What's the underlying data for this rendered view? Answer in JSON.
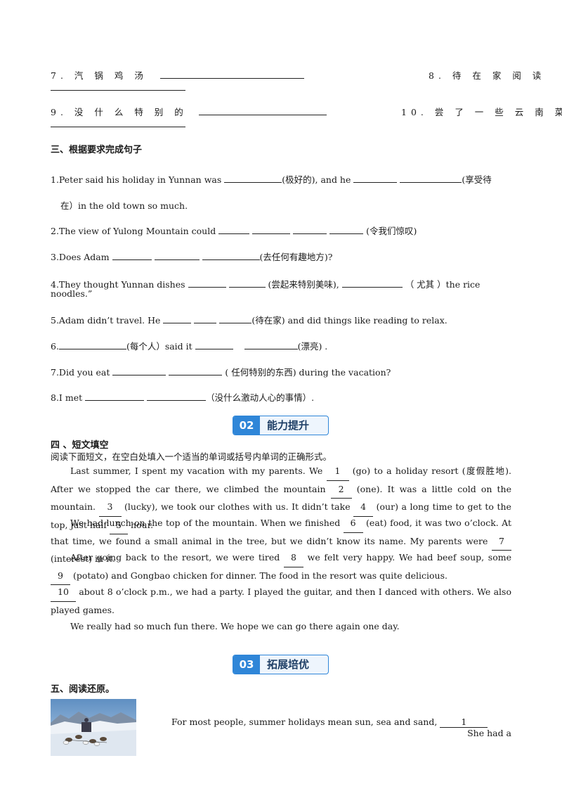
{
  "vocab": {
    "item7": "7. 汽 锅 鸡 汤",
    "item8": "8. 待 在 家 阅 读",
    "item9": "9. 没 什 么 特 别 的",
    "item10": "10. 尝 了 一 些 云 南 菜"
  },
  "section3": {
    "title": "三、根据要求完成句子",
    "q1a": "1.Peter said his holiday in Yunnan was",
    "q1b": "(极好的), and he",
    "q1c": "(享受待",
    "q1d": "在）in the old town so much.",
    "q2a": "2.The view of Yulong Mountain could",
    "q2b": "(令我们惊叹)",
    "q3a": "3.Does Adam",
    "q3b": "(去任何有趣地方)?",
    "q4a": "4.They thought Yunnan dishes",
    "q4b": "(尝起来特别美味),",
    "q4c": "（ 尤其 ）the rice",
    "q4d": "noodles.”",
    "q5a": "5.Adam didn’t travel. He",
    "q5b": "(待在家) and did things like reading to relax.",
    "q6a": "6.",
    "q6b": "(每个人）said it",
    "q6c": "(漂亮) .",
    "q7a": "7.Did you eat",
    "q7b": "( 任何特别的东西) during the vacation?",
    "q8a": "8.I met",
    "q8b": "（没什么激动人心的事情）."
  },
  "badge2": {
    "num": "02",
    "label": "能力提升"
  },
  "section4": {
    "title": "四 、短文填空",
    "instruction": "阅读下面短文，在空白处填入一个适当的单词或括号内单词的正确形式。",
    "p1_a": "Last summer, I spent my vacation with my parents. We",
    "b1": "1",
    "p1_b": "(go) to a holiday resort (度假胜地). After we stopped the car there, we climbed the mountain",
    "b2": "2",
    "p1_c": "(one). It was a little cold on the mountain.",
    "b3": "3",
    "p1_d": "(lucky), we took our clothes with us. It didn’t take",
    "b4": "4",
    "p1_e": "(our) a long time to get to the top, just half",
    "b5": "5",
    "p1_f": "hour.",
    "p2_a": "We had lunch on the top of the mountain. When we finished",
    "b6": "6",
    "p2_b": "(eat) food, it was two o’clock. At that time, we found a small animal in the tree, but we didn’t know its name. My parents were",
    "b7": "7",
    "p2_c": "(interest) in it.",
    "p3_a": "After going back to the resort, we were tired",
    "b8": "8",
    "p3_b": "we felt very happy. We had beef soup, some",
    "b9": "9",
    "p3_c": "(potato) and Gongbao chicken for dinner. The food in the resort was quite delicious.",
    "b10": "10",
    "p4_a": "about 8 o’clock p.m., we had a party. I played the guitar, and then I danced with others. We also played games.",
    "p5": "We really had so much fun there. We hope we can go there again one day."
  },
  "badge3": {
    "num": "03",
    "label": "拓展培优"
  },
  "section5": {
    "title": "五、阅读还原。",
    "text_a": "For most people, summer holidays mean sun, sea and sand,",
    "b1": "1",
    "text_b": "She had a"
  },
  "colors": {
    "accent": "#2f86d8",
    "badge_bg": "#eef5fd"
  },
  "icons": {
    "photo": "dog-sled-snow-photo"
  }
}
